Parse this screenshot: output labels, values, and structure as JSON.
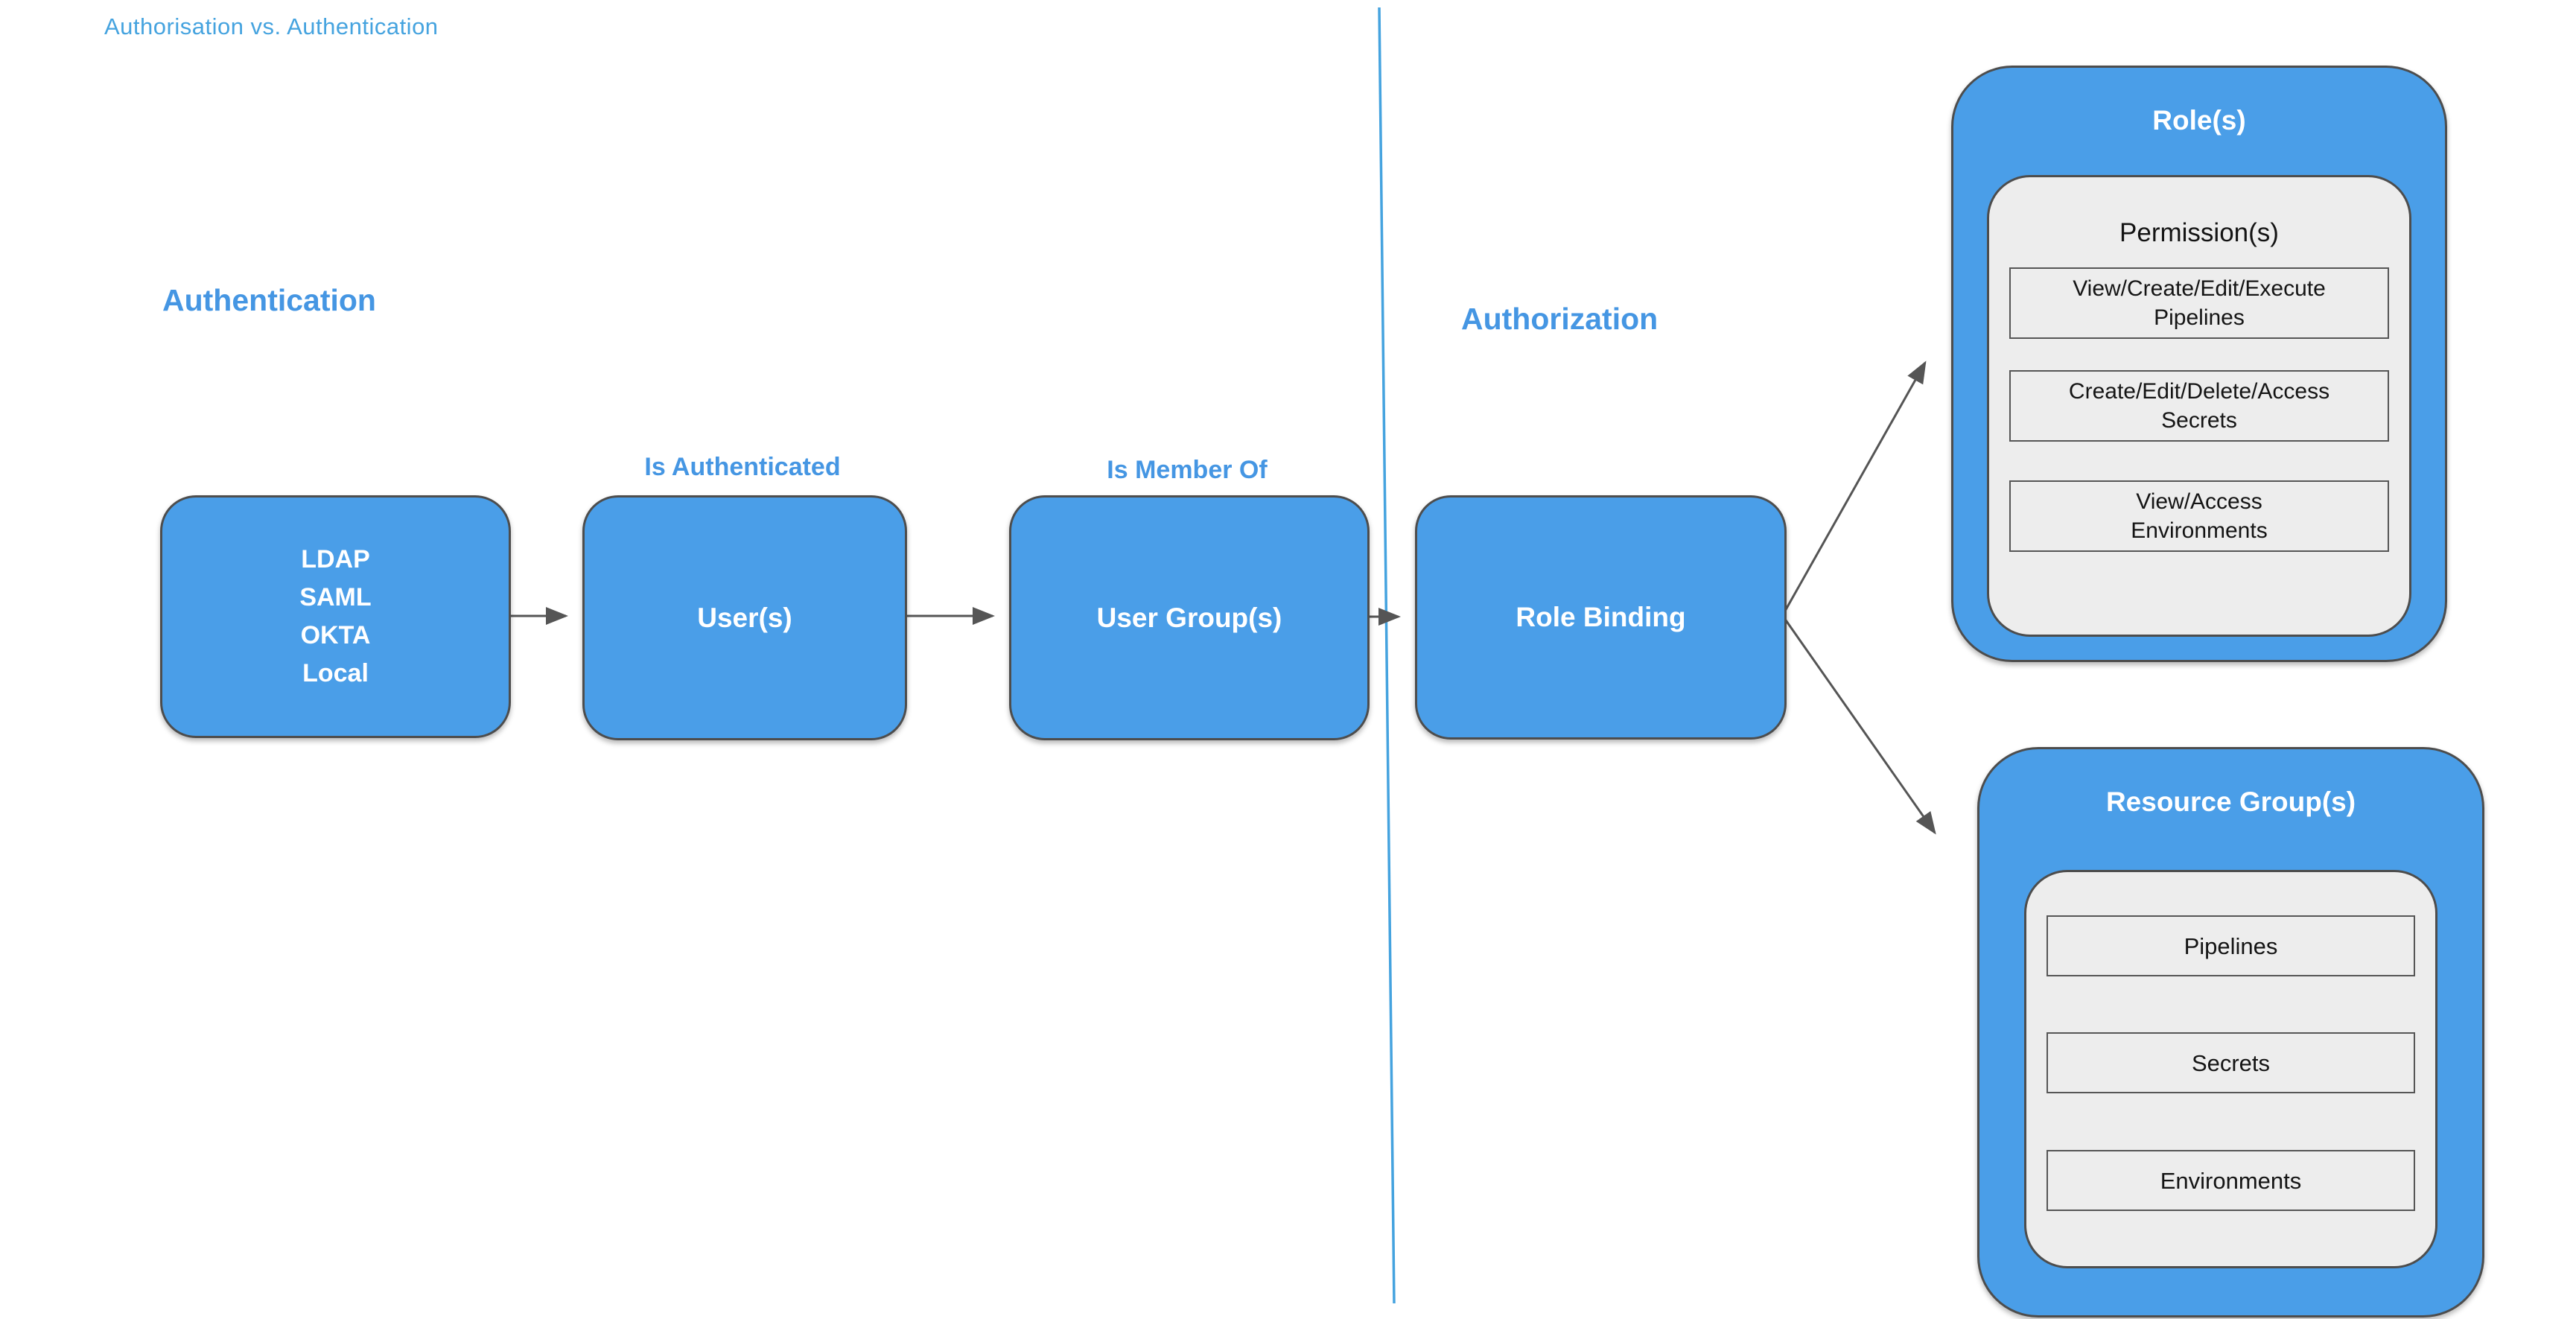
{
  "title": "Authorisation vs. Authentication",
  "sections": {
    "authentication": {
      "heading": "Authentication"
    },
    "authorization": {
      "heading": "Authorization"
    }
  },
  "flow": {
    "identity_providers": {
      "lines": [
        "LDAP",
        "SAML",
        "OKTA",
        "Local"
      ]
    },
    "users": {
      "label": "User(s)",
      "edge_label": "Is Authenticated"
    },
    "user_groups": {
      "label": "User Group(s)",
      "edge_label": "Is Member Of"
    },
    "role_binding": {
      "label": "Role Binding"
    }
  },
  "roles": {
    "title": "Role(s)",
    "subtitle": "Permission(s)",
    "permissions": [
      {
        "line1": "View/Create/Edit/Execute",
        "line2": "Pipelines"
      },
      {
        "line1": "Create/Edit/Delete/Access",
        "line2": "Secrets"
      },
      {
        "line1": "View/Access",
        "line2": "Environments"
      }
    ]
  },
  "resource_groups": {
    "title": "Resource Group(s)",
    "items": [
      "Pipelines",
      "Secrets",
      "Environments"
    ]
  },
  "colors": {
    "node_fill": "#4a9ee8",
    "node_border": "#4d4d4d",
    "panel_fill": "#ededed",
    "title_text": "#45a3df",
    "heading_text": "#4596e3",
    "node_text": "#ffffff",
    "panel_text": "#141414",
    "arrow": "#555555",
    "divider": "#45a3df"
  }
}
